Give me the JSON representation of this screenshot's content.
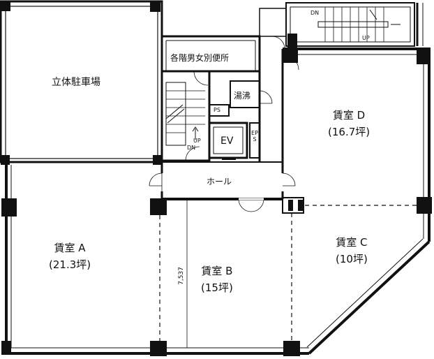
{
  "rooms": {
    "parking": "立体駐車場",
    "toilets": "各階男女別便所",
    "kitchen": "湯沸",
    "ps": "PS",
    "ev": "EV",
    "eps": "EPS",
    "hall": "ホール",
    "unit_a": {
      "name": "賃室 A",
      "area": "(21.3坪)"
    },
    "unit_b": {
      "name": "賃室 B",
      "area": "(15坪)"
    },
    "unit_c": {
      "name": "賃室 C",
      "area": "(10坪)"
    },
    "unit_d": {
      "name": "賃室 D",
      "area": "(16.7坪)"
    }
  },
  "stairs": {
    "up": "UP",
    "dn": "DN"
  },
  "dimension": "7,537"
}
